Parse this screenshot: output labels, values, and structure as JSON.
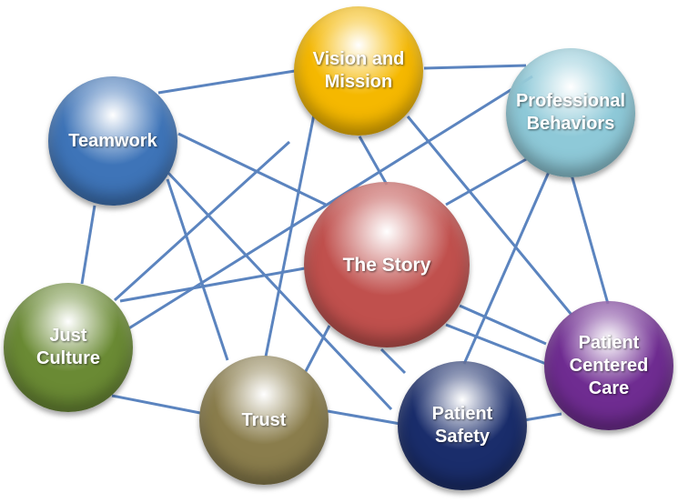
{
  "nodes": [
    {
      "id": "vision",
      "label": "Vision and\nMission",
      "color": "#f5b800"
    },
    {
      "id": "professional",
      "label": "Professional\nBehaviors",
      "color": "#8ec9d8"
    },
    {
      "id": "teamwork",
      "label": "Teamwork",
      "color": "#3e74b8"
    },
    {
      "id": "story",
      "label": "The Story",
      "color": "#c0504d"
    },
    {
      "id": "just",
      "label": "Just\nCulture",
      "color": "#6a8a34"
    },
    {
      "id": "trust",
      "label": "Trust",
      "color": "#8a7d4c"
    },
    {
      "id": "safety",
      "label": "Patient\nSafety",
      "color": "#1a2d6b"
    },
    {
      "id": "care",
      "label": "Patient\nCentered\nCare",
      "color": "#6f2c91"
    }
  ],
  "line_color": "#5b84bf"
}
